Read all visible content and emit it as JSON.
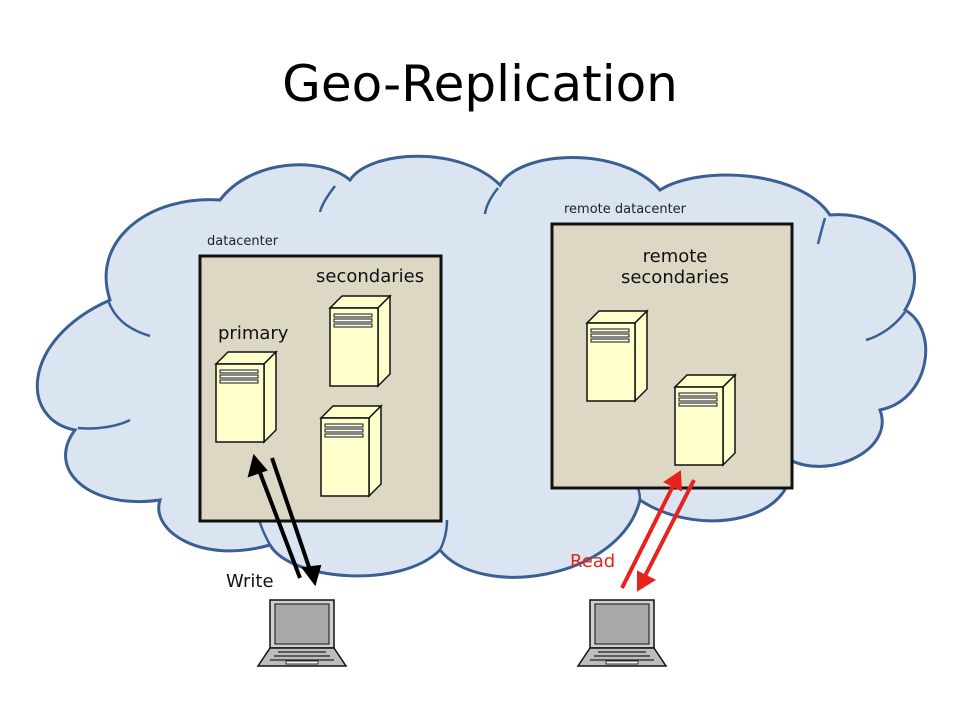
{
  "title": "Geo-Replication",
  "colors": {
    "cloud_fill": "#dbe5f1",
    "cloud_stroke": "#3a5f93",
    "box_fill": "#ddd8c3",
    "server_fill": "#ffffcc",
    "write_arrow": "#000000",
    "read_arrow": "#e8231f"
  },
  "local_datacenter": {
    "label": "datacenter",
    "primary_label": "primary",
    "secondaries_label": "secondaries"
  },
  "remote_datacenter": {
    "label": "remote datacenter",
    "secondaries_label_line1": "remote",
    "secondaries_label_line2": "secondaries"
  },
  "clients": {
    "write_label": "Write",
    "read_label": "Read"
  },
  "icons": [
    "server-icon",
    "laptop-icon",
    "cloud-shape",
    "arrow"
  ]
}
